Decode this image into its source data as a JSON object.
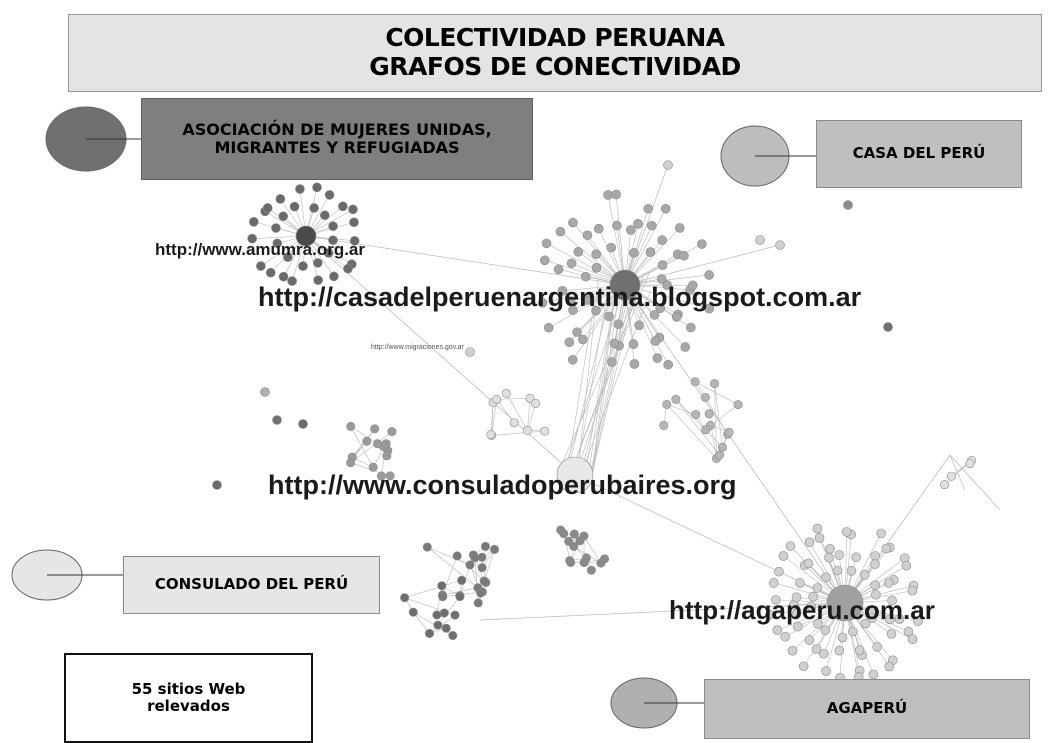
{
  "title": {
    "line1": "COLECTIVIDAD PERUANA",
    "line2": "GRAFOS DE CONECTIVIDAD"
  },
  "legend_boxes": {
    "amumra": "ASOCIACIÓN DE MUJERES UNIDAS, MIGRANTES Y REFUGIADAS",
    "casa": "CASA DEL PERÚ",
    "consulado": "CONSULADO DEL PERÚ",
    "agaperu": "AGAPERÚ"
  },
  "count_note": "55 sitios Web relevados",
  "urls": {
    "amumra": "http://www.amumra.org.ar",
    "casa": "http://casadelperuenargentina.blogspot.com.ar",
    "migraciones": "http://www.migraciones.gov.ar",
    "consulado": "http://www.consuladoperubaires.org",
    "agaperu": "http://agaperu.com.ar"
  },
  "colors": {
    "amumra": "#707070",
    "casa": "#bdbdbd",
    "consulado": "#e6e6e6",
    "agaperu": "#b0b0b0",
    "edge": "#b8b8b8"
  }
}
